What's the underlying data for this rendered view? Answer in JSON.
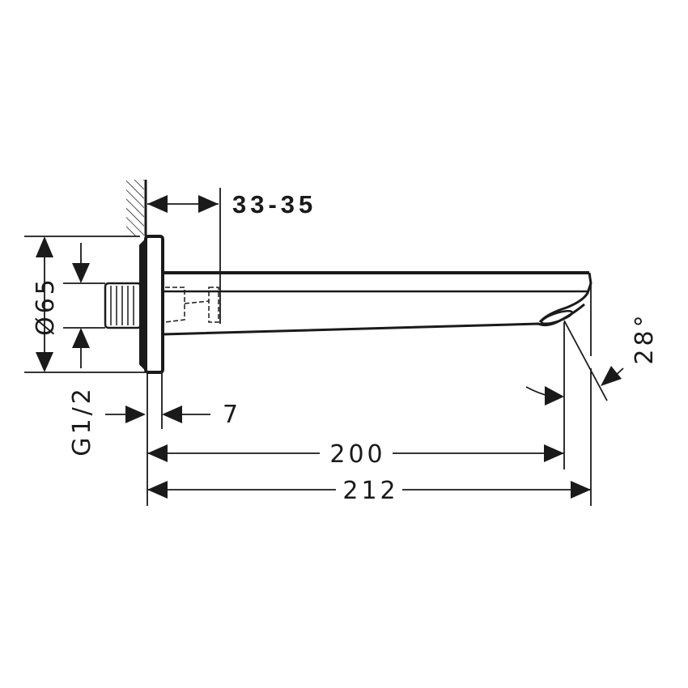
{
  "drawing": {
    "labels": {
      "wall_projection": "33-35",
      "flange_diameter": "Ø65",
      "thread": "G1/2",
      "flange_thickness": "7",
      "spout_length_outlet": "200",
      "spout_length_total": "212",
      "outlet_angle": "28°"
    },
    "line_color": "#1a1a1a"
  }
}
